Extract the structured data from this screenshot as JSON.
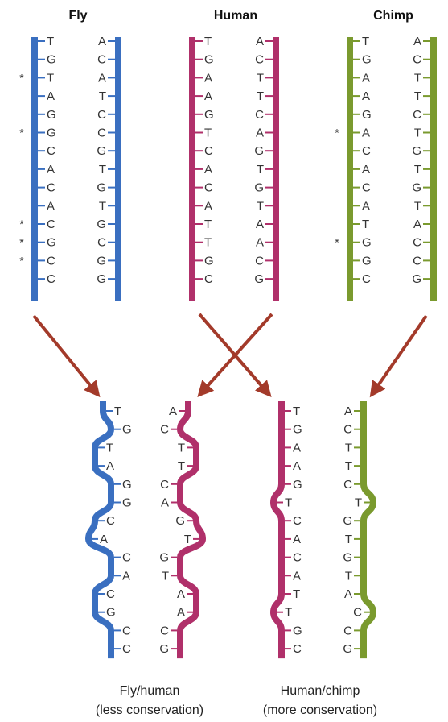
{
  "colors": {
    "fly": "#3a6fc0",
    "human": "#b0306a",
    "chimp": "#7a9a2e",
    "arrow": "#a33a2a"
  },
  "top": {
    "fly": {
      "title": "Fly",
      "left": [
        "T",
        "G",
        "T",
        "A",
        "G",
        "G",
        "C",
        "A",
        "C",
        "A",
        "C",
        "G",
        "C",
        "C"
      ],
      "right": [
        "A",
        "C",
        "A",
        "T",
        "C",
        "C",
        "G",
        "T",
        "G",
        "T",
        "G",
        "C",
        "G",
        "G"
      ],
      "stars": [
        2,
        5,
        10,
        11,
        12
      ]
    },
    "human": {
      "title": "Human",
      "left": [
        "T",
        "G",
        "A",
        "A",
        "G",
        "T",
        "C",
        "A",
        "C",
        "A",
        "T",
        "T",
        "G",
        "C"
      ],
      "right": [
        "A",
        "C",
        "T",
        "T",
        "C",
        "A",
        "G",
        "T",
        "G",
        "T",
        "A",
        "A",
        "C",
        "G"
      ]
    },
    "chimp": {
      "title": "Chimp",
      "left": [
        "T",
        "G",
        "A",
        "A",
        "G",
        "A",
        "C",
        "A",
        "C",
        "A",
        "T",
        "G",
        "G",
        "C"
      ],
      "right": [
        "A",
        "C",
        "T",
        "T",
        "C",
        "T",
        "G",
        "T",
        "G",
        "T",
        "A",
        "C",
        "C",
        "G"
      ],
      "stars": [
        5,
        11
      ]
    }
  },
  "bottom": {
    "flyhuman": {
      "left": [
        "T",
        "G",
        "T",
        "A",
        "G",
        "G",
        "C",
        "A",
        "C",
        "A",
        "C",
        "G",
        "C",
        "C"
      ],
      "right": [
        "A",
        "C",
        "T",
        "T",
        "C",
        "A",
        "G",
        "T",
        "G",
        "T",
        "A",
        "A",
        "C",
        "G"
      ],
      "caption1": "Fly/human",
      "caption2": "(less conservation)"
    },
    "humanchimp": {
      "left": [
        "T",
        "G",
        "A",
        "A",
        "G",
        "T",
        "C",
        "A",
        "C",
        "A",
        "T",
        "T",
        "G",
        "C"
      ],
      "right": [
        "A",
        "C",
        "T",
        "T",
        "C",
        "T",
        "G",
        "T",
        "G",
        "T",
        "A",
        "C",
        "C",
        "G"
      ],
      "caption1": "Human/chimp",
      "caption2": "(more conservation)"
    }
  }
}
